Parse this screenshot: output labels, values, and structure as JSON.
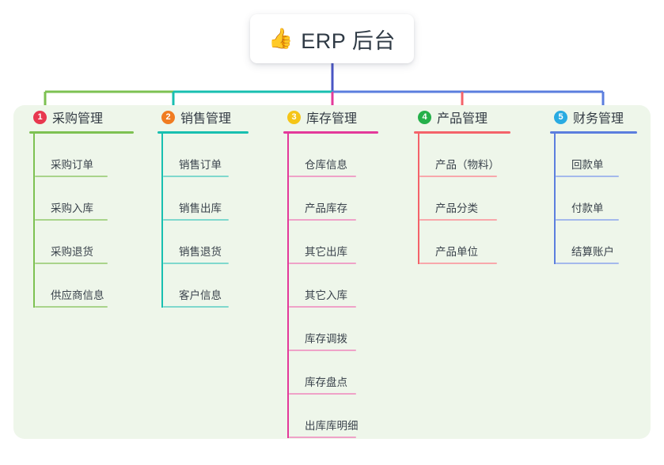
{
  "root": {
    "icon": "thumbs-up-icon",
    "emoji": "👍",
    "title": "ERP 后台"
  },
  "colors": {
    "panel_bg": "#eef6ea",
    "card_bg": "#ffffff",
    "text": "#333b44",
    "trunk": "#4a55c4",
    "branch_1": "#7dc152",
    "branch_2": "#18bfb0",
    "branch_3": "#e3399a",
    "branch_4": "#f4636a",
    "branch_5": "#5b7ede"
  },
  "branches": [
    {
      "number": "1",
      "title": "采购管理",
      "badge_color": "#e8384f",
      "line_color": "#7dc152",
      "child_line_color": "#a9d48b",
      "children": [
        {
          "label": "采购订单"
        },
        {
          "label": "采购入库"
        },
        {
          "label": "采购退货"
        },
        {
          "label": "供应商信息"
        }
      ]
    },
    {
      "number": "2",
      "title": "销售管理",
      "badge_color": "#f07c21",
      "line_color": "#18bfb0",
      "child_line_color": "#7fd8cd",
      "children": [
        {
          "label": "销售订单"
        },
        {
          "label": "销售出库"
        },
        {
          "label": "销售退货"
        },
        {
          "label": "客户信息"
        }
      ]
    },
    {
      "number": "3",
      "title": "库存管理",
      "badge_color": "#f5c518",
      "line_color": "#e3399a",
      "child_line_color": "#efa2c8",
      "children": [
        {
          "label": "仓库信息"
        },
        {
          "label": "产品库存"
        },
        {
          "label": "其它出库"
        },
        {
          "label": "其它入库"
        },
        {
          "label": "库存调拨"
        },
        {
          "label": "库存盘点"
        },
        {
          "label": "出库库明细"
        }
      ]
    },
    {
      "number": "4",
      "title": "产品管理",
      "badge_color": "#25b04a",
      "line_color": "#f4636a",
      "child_line_color": "#f8a7ab",
      "children": [
        {
          "label": "产品（物料）"
        },
        {
          "label": "产品分类"
        },
        {
          "label": "产品单位"
        }
      ]
    },
    {
      "number": "5",
      "title": "财务管理",
      "badge_color": "#29abe2",
      "line_color": "#5b7ede",
      "child_line_color": "#a4b9ec",
      "children": [
        {
          "label": "回款单"
        },
        {
          "label": "付款单"
        },
        {
          "label": "结算账户"
        }
      ]
    }
  ]
}
